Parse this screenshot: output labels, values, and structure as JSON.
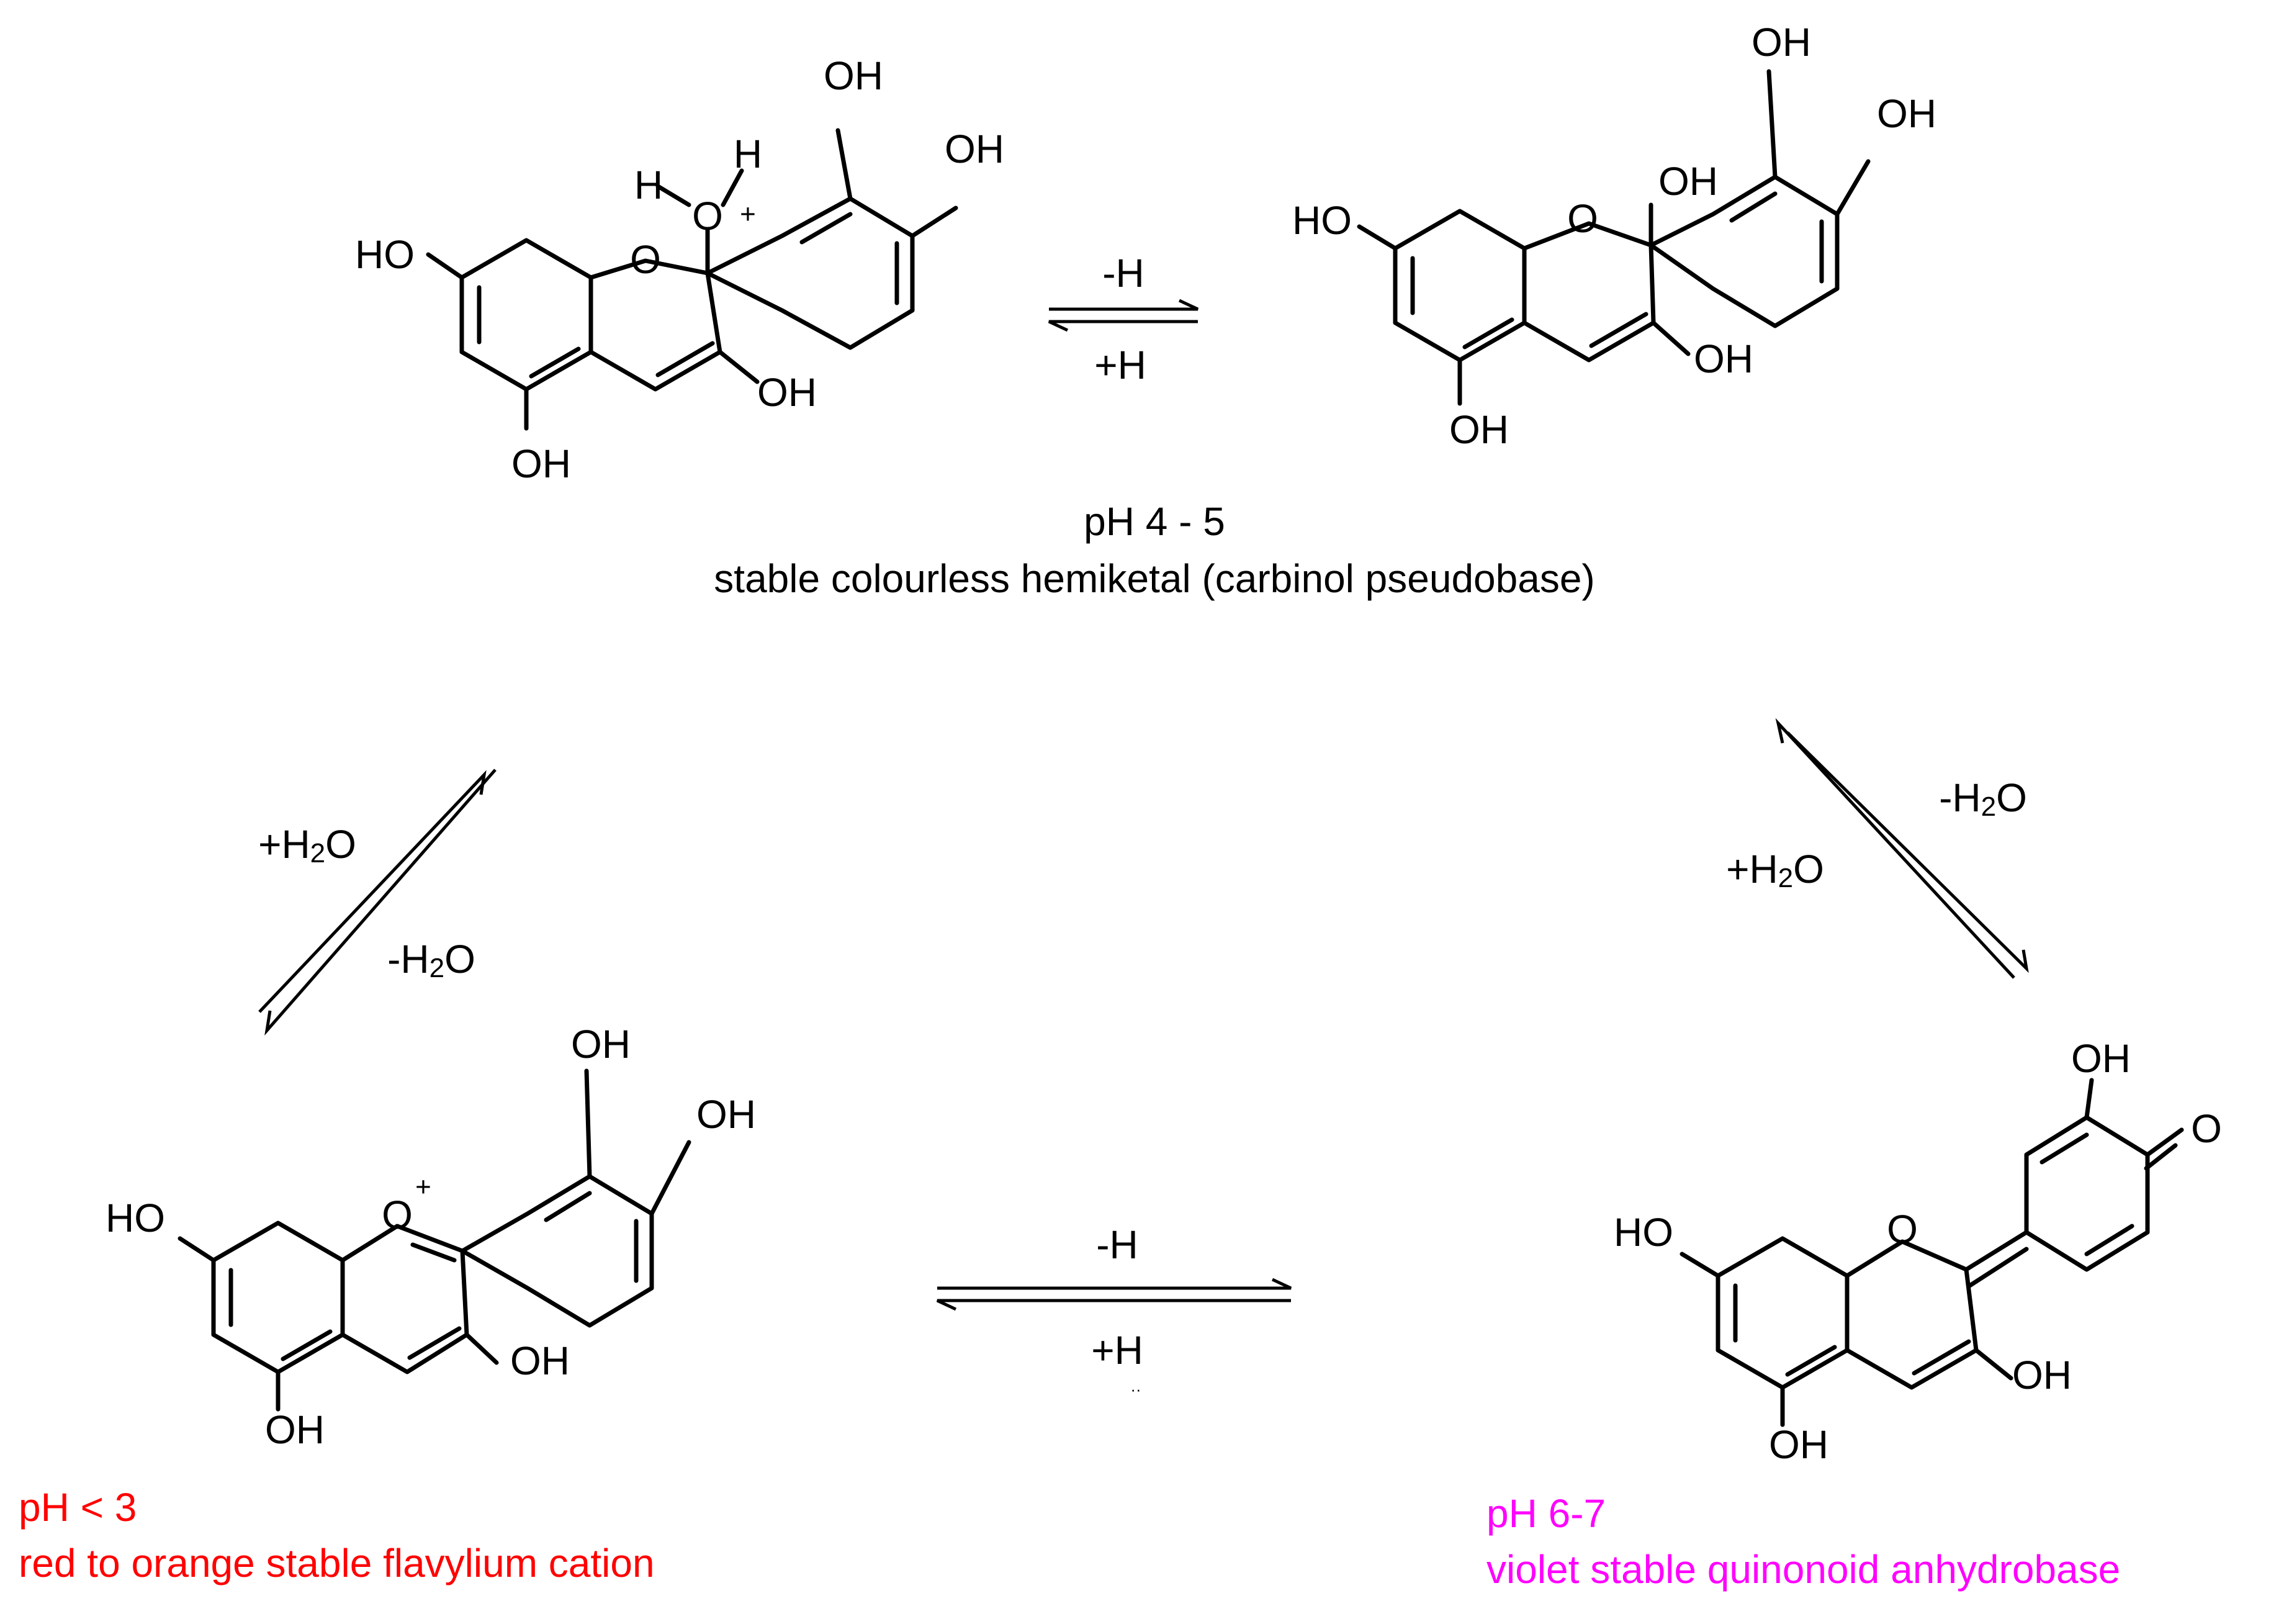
{
  "atoms": {
    "OH": "OH",
    "HO": "HO",
    "O": "O",
    "H": "H"
  },
  "charges": {
    "plus": "+"
  },
  "conditions": {
    "top_forward": "-H",
    "top_backward": "+H",
    "left_up": "+H",
    "left_up_sub": "2",
    "left_up_tail": "O",
    "left_down": "-H",
    "left_down_sub": "2",
    "left_down_tail": "O",
    "right_down": "-H",
    "right_down_sub": "2",
    "right_down_tail": "O",
    "right_up": "+H",
    "right_up_sub": "2",
    "right_up_tail": "O",
    "bottom_forward": "-H",
    "bottom_backward": "+H",
    "bottom_backward_mark": "··"
  },
  "captions": {
    "hemiketal_ph": "pH 4 - 5",
    "hemiketal_desc": "stable colourless hemiketal (carbinol pseudobase)",
    "flavylium_ph": "pH < 3",
    "flavylium_desc": "red to orange stable flavylium cation",
    "quinonoid_ph": "pH 6-7",
    "quinonoid_desc": "violet stable quinonoid anhydrobase"
  },
  "colors": {
    "flavylium": "#ff0000",
    "quinonoid": "#ff00ff",
    "default": "#000000"
  }
}
